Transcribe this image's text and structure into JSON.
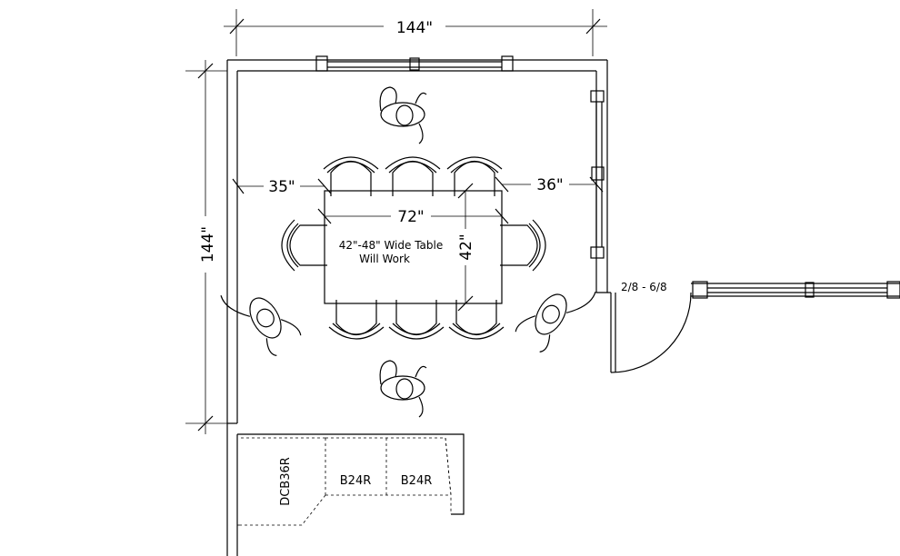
{
  "dimensions": {
    "room_width": "144\"",
    "room_depth": "144\"",
    "left_clearance": "35\"",
    "right_clearance": "36\"",
    "table_length": "72\"",
    "table_width": "42\""
  },
  "table_note": {
    "line1": "42\"-48\" Wide Table",
    "line2": "Will Work"
  },
  "door_label": "2/8 - 6/8",
  "cabinets": {
    "corner": "DCB36R",
    "base_1": "B24R",
    "base_2": "B24R"
  }
}
